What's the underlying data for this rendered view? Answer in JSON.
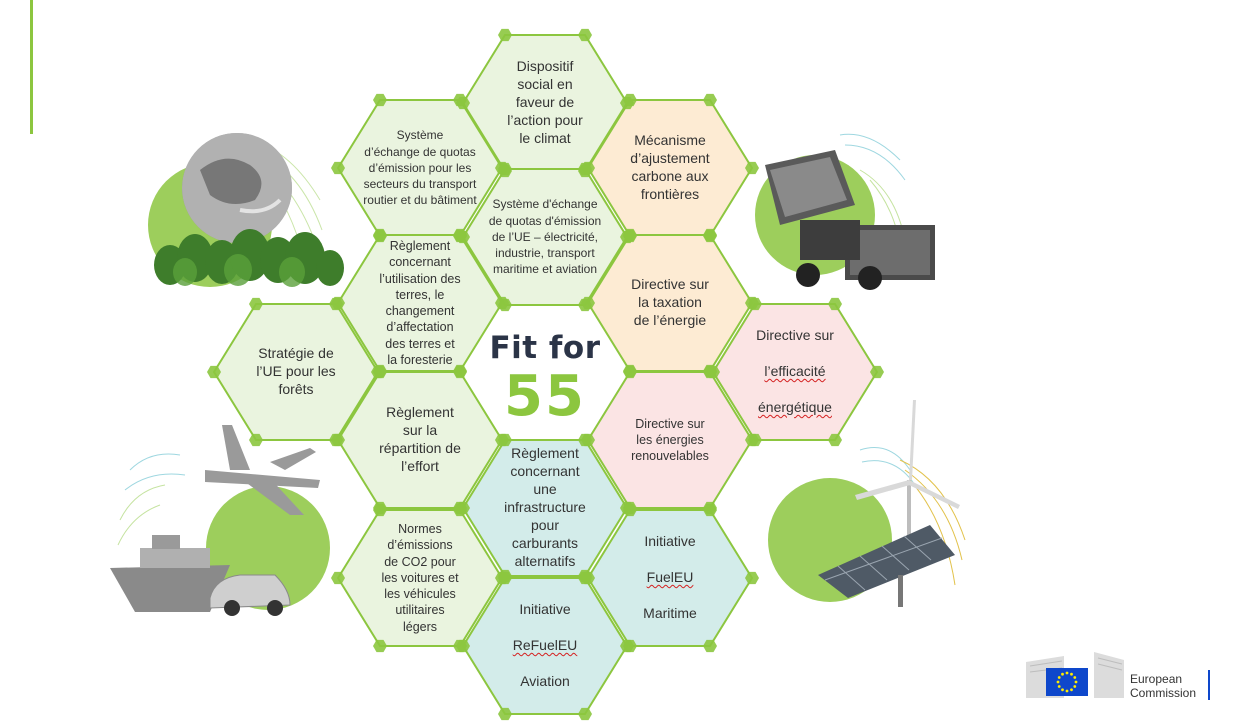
{
  "center": {
    "line1": "Fit for",
    "line2": "55"
  },
  "hexagons": [
    {
      "id": "social-climate-fund",
      "label": "Dispositif\nsocial en\nfaveur de\nl’action pour\nle climat",
      "fill": "#eaf4df"
    },
    {
      "id": "ets-transport-buildings",
      "label": "Système\nd’échange de quotas\nd’émission pour les\nsecteurs du transport\nroutier et du bâtiment",
      "fill": "#eaf4df"
    },
    {
      "id": "carbon-border",
      "label": "Mécanisme\nd’ajustement\ncarbone aux\nfrontières",
      "fill": "#fdebd3"
    },
    {
      "id": "eu-ets",
      "label": "Système d'échange\nde quotas d'émission\nde l’UE – électricité,\nindustrie, transport\nmaritime et aviation",
      "fill": "#eaf4df"
    },
    {
      "id": "lulucf",
      "label": "Règlement\nconcernant\nl’utilisation des\nterres, le\nchangement\nd’affectation\ndes terres et\nla foresterie",
      "fill": "#eaf4df"
    },
    {
      "id": "energy-taxation",
      "label": "Directive sur\nla taxation\nde l’énergie",
      "fill": "#fdebd3"
    },
    {
      "id": "forest-strategy",
      "label": "Stratégie de\nl’UE pour les\nforêts",
      "fill": "#eaf4df"
    },
    {
      "id": "energy-efficiency",
      "label_line1": "Directive sur",
      "label_line2": "l’efficacité",
      "label_line3": "énergétique",
      "fill": "#fbe4e4"
    },
    {
      "id": "effort-sharing",
      "label": "Règlement\nsur la\nrépartition de\nl’effort",
      "fill": "#eaf4df"
    },
    {
      "id": "renewable-energy",
      "label": "Directive sur\nles énergies\nrenouvelables",
      "fill": "#fbe4e4"
    },
    {
      "id": "alt-fuels-infra",
      "label": "Règlement\nconcernant\nune\ninfrastructure\npour\ncarburants\nalternatifs",
      "fill": "#d3ecea"
    },
    {
      "id": "co2-cars",
      "label": "Normes\nd’émissions\nde CO2 pour\nles voitures et\nles véhicules\nutilitaires\nlégers",
      "fill": "#eaf4df"
    },
    {
      "id": "fueleu-maritime",
      "label_line1": "Initiative",
      "label_line2": "FuelEU",
      "label_line3": "Maritime",
      "fill": "#d3ecea"
    },
    {
      "id": "refueleu-aviation",
      "label_line1": "Initiative",
      "label_line2": "ReFuelEU",
      "label_line3": "Aviation",
      "fill": "#d3ecea"
    }
  ],
  "logo": {
    "line1": "European",
    "line2": "Commission"
  },
  "colors": {
    "outline": "#8cc63f",
    "accent": "#8cc63f",
    "title": "#2b3447",
    "eu_blue": "#0e47cb",
    "eu_star": "#ffed00"
  }
}
